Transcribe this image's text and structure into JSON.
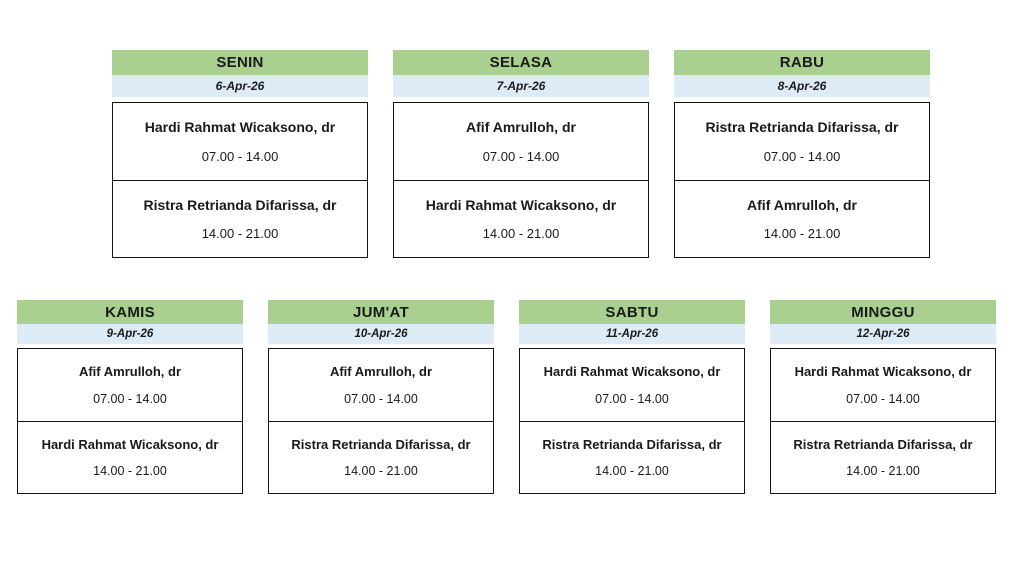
{
  "colors": {
    "background": "#FFFFFF",
    "header_green": "#A9D08E",
    "date_blue": "#DDEBF7",
    "border_black": "#141414",
    "text": "#1A1A1A"
  },
  "schedule": {
    "rows": [
      {
        "cards": [
          {
            "day": "SENIN",
            "date": "6-Apr-26",
            "shifts": [
              {
                "doctor": "Hardi Rahmat Wicaksono, dr",
                "time": "07.00 - 14.00"
              },
              {
                "doctor": "Ristra Retrianda Difarissa, dr",
                "time": "14.00 - 21.00"
              }
            ]
          },
          {
            "day": "SELASA",
            "date": "7-Apr-26",
            "shifts": [
              {
                "doctor": "Afif Amrulloh, dr",
                "time": "07.00 - 14.00"
              },
              {
                "doctor": "Hardi Rahmat Wicaksono, dr",
                "time": "14.00 - 21.00"
              }
            ]
          },
          {
            "day": "RABU",
            "date": "8-Apr-26",
            "shifts": [
              {
                "doctor": "Ristra Retrianda Difarissa, dr",
                "time": "07.00 - 14.00"
              },
              {
                "doctor": "Afif Amrulloh, dr",
                "time": "14.00 - 21.00"
              }
            ]
          }
        ]
      },
      {
        "cards": [
          {
            "day": "KAMIS",
            "date": "9-Apr-26",
            "shifts": [
              {
                "doctor": "Afif Amrulloh, dr",
                "time": "07.00 - 14.00"
              },
              {
                "doctor": "Hardi Rahmat Wicaksono, dr",
                "time": "14.00 - 21.00"
              }
            ]
          },
          {
            "day": "JUM'AT",
            "date": "10-Apr-26",
            "shifts": [
              {
                "doctor": "Afif Amrulloh, dr",
                "time": "07.00 - 14.00"
              },
              {
                "doctor": "Ristra Retrianda Difarissa, dr",
                "time": "14.00 - 21.00"
              }
            ]
          },
          {
            "day": "SABTU",
            "date": "11-Apr-26",
            "shifts": [
              {
                "doctor": "Hardi Rahmat Wicaksono, dr",
                "time": "07.00 - 14.00"
              },
              {
                "doctor": "Ristra Retrianda Difarissa, dr",
                "time": "14.00 - 21.00"
              }
            ]
          },
          {
            "day": "MINGGU",
            "date": "12-Apr-26",
            "shifts": [
              {
                "doctor": "Hardi Rahmat Wicaksono, dr",
                "time": "07.00 - 14.00"
              },
              {
                "doctor": "Ristra Retrianda Difarissa, dr",
                "time": "14.00 - 21.00"
              }
            ]
          }
        ]
      }
    ]
  }
}
